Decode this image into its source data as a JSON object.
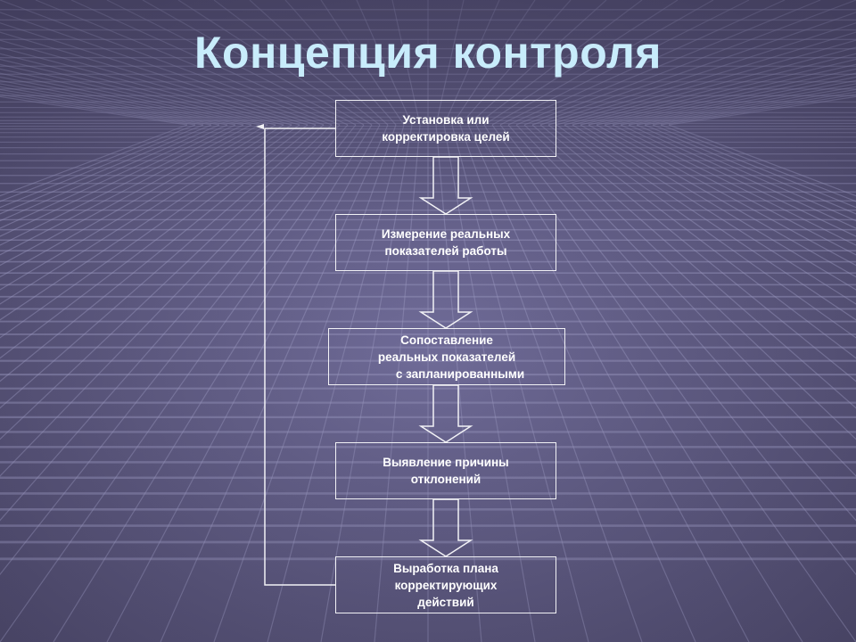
{
  "title": "Концепция контроля",
  "colors": {
    "background_center": "#716d9a",
    "background_edge": "#44405f",
    "grid_line": "#9c98c0",
    "title": "#c8ecfb",
    "box_border": "#f2f2f6",
    "arrow": "#f2f2f6"
  },
  "steps": [
    {
      "label": "Установка или\nкорректировка целей"
    },
    {
      "label": "Измерение реальных\nпоказателей работы"
    },
    {
      "label": "Сопоставление\nреальных показателей\n        с запланированными"
    },
    {
      "label": "Выявление причины\nотклонений"
    },
    {
      "label": "Выработка плана\nкорректирующих\nдействий"
    }
  ]
}
